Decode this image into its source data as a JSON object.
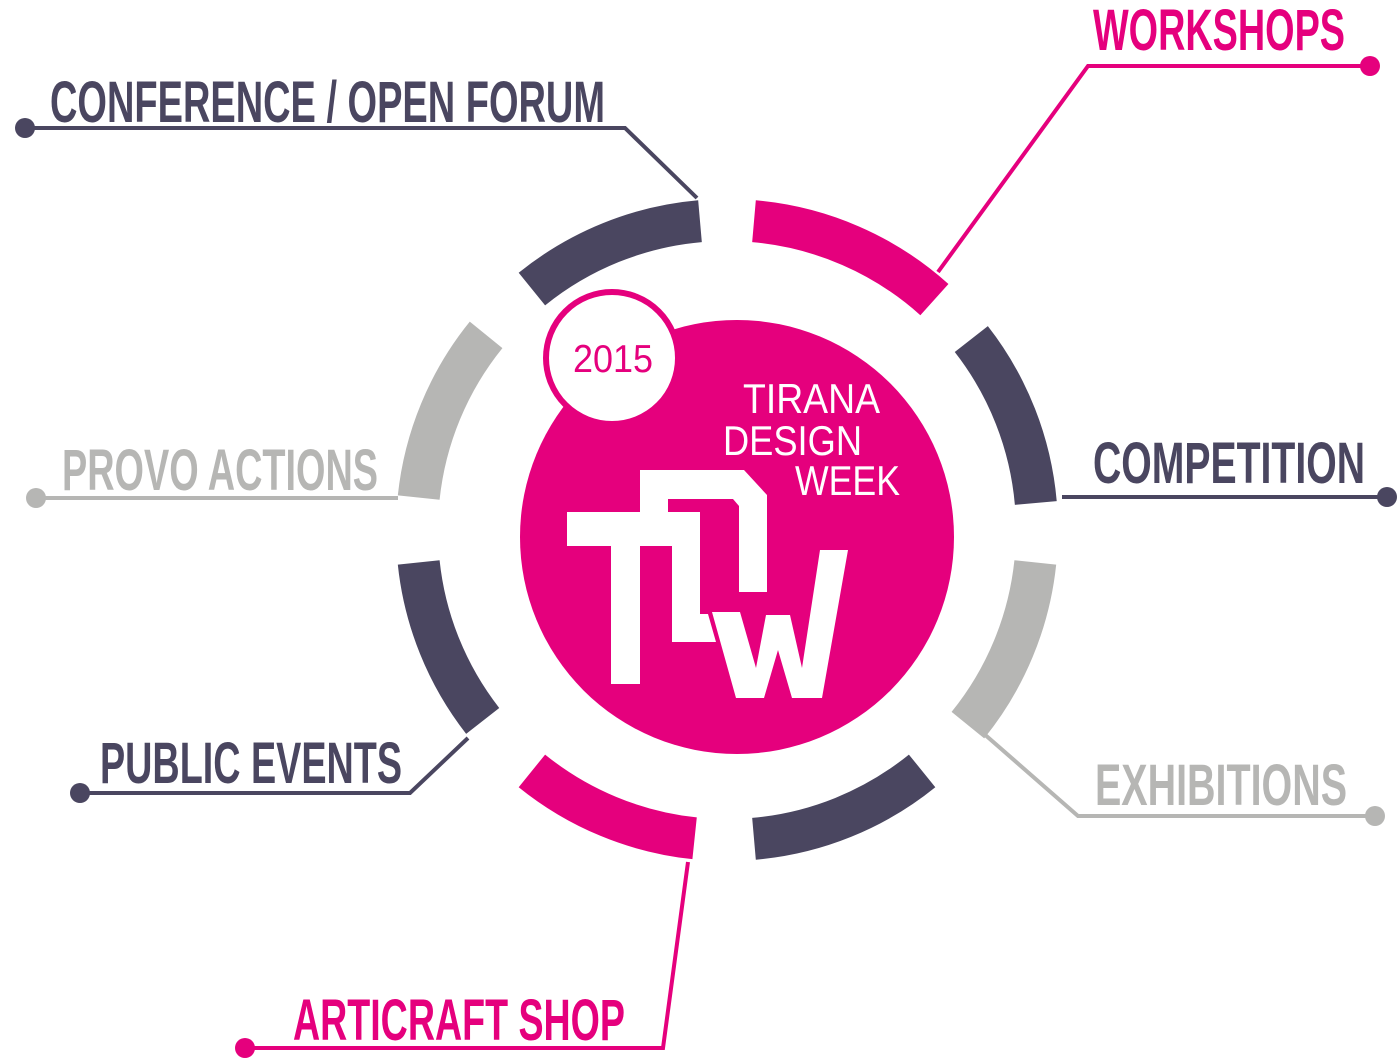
{
  "event": {
    "year": "2015",
    "name_lines": [
      "TIRANA",
      "DESIGN",
      "WEEK"
    ],
    "logo_lettering": "TDW"
  },
  "colors": {
    "pink": "#e5007d",
    "dark": "#4a4660",
    "gray": "#b6b6b4"
  },
  "labels": [
    {
      "text": "CONFERENCE / OPEN FORUM",
      "color": "#4a4660"
    },
    {
      "text": "WORKSHOPS",
      "color": "#e5007d"
    },
    {
      "text": "COMPETITION",
      "color": "#4a4660"
    },
    {
      "text": "EXHIBITIONS",
      "color": "#b6b6b4"
    },
    {
      "text": "ARTICRAFT SHOP",
      "color": "#e5007d"
    },
    {
      "text": "PUBLIC EVENTS",
      "color": "#4a4660"
    },
    {
      "text": "PROVO ACTIONS",
      "color": "#b6b6b4"
    }
  ]
}
